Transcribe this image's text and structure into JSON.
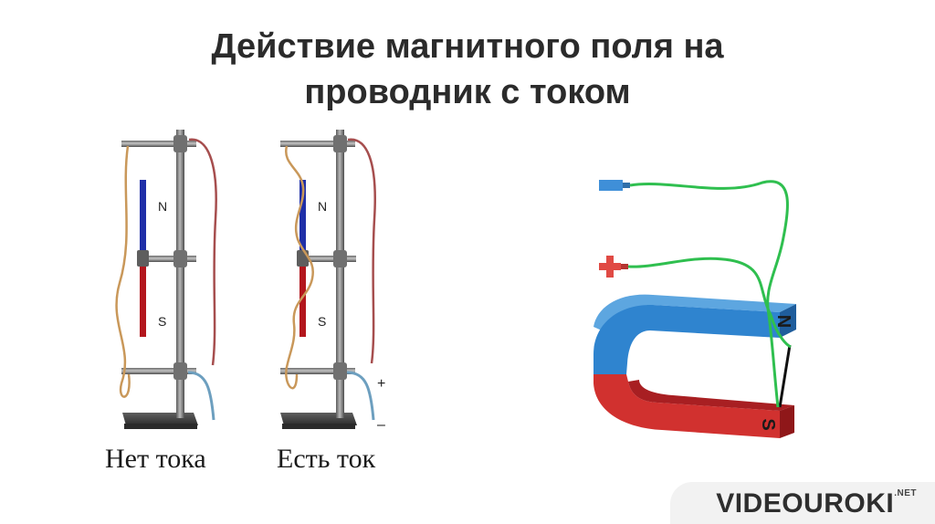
{
  "slide": {
    "title_line1": "Действие магнитного поля на",
    "title_line2": "проводник с током"
  },
  "left_stand": {
    "caption": "Нет тока",
    "pole_n": "N",
    "pole_s": "S"
  },
  "middle_stand": {
    "caption": "Есть ток",
    "pole_n": "N",
    "pole_s": "S",
    "terminal_plus": "+",
    "terminal_minus": "–"
  },
  "horseshoe": {
    "pole_n": "N",
    "pole_s": "S",
    "terminal_minus_icon": "minus-terminal-icon",
    "terminal_plus_icon": "plus-terminal-icon"
  },
  "logo": {
    "text": "VIDEOUROKI",
    "suffix": ".NET"
  },
  "colors": {
    "north": "#1f2fa8",
    "south": "#b3161d",
    "wire_green": "#2fbf4f",
    "magnet_blue": "#2f84cf",
    "magnet_red": "#d1312f"
  }
}
